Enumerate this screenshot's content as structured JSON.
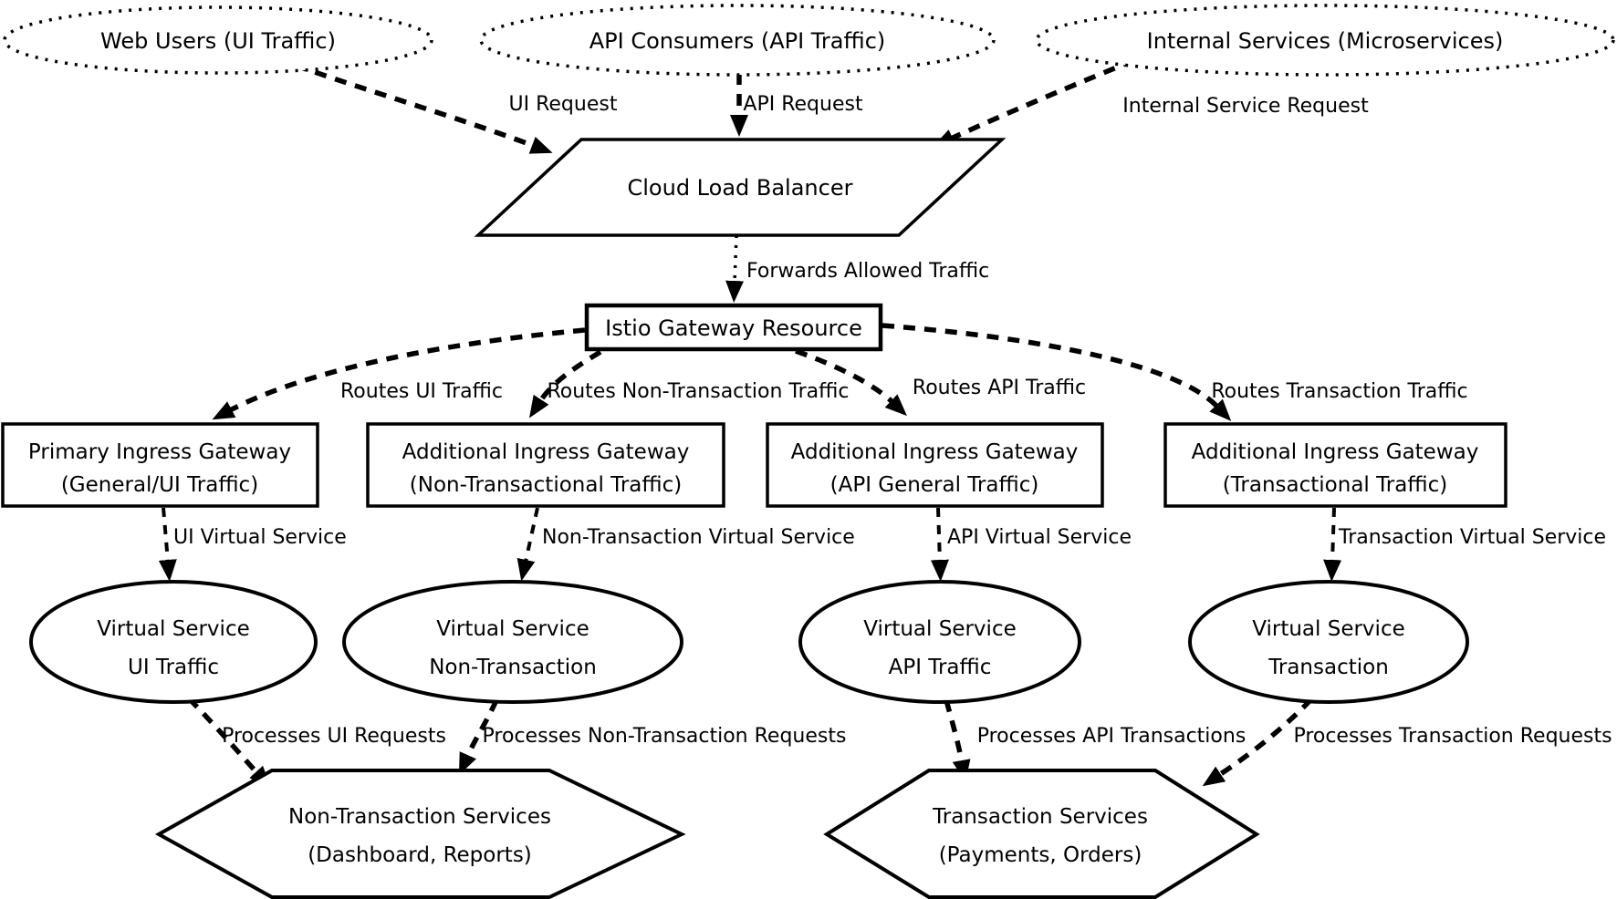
{
  "actors": [
    {
      "label": "Web Users (UI Traffic)"
    },
    {
      "label": "API Consumers (API Traffic)"
    },
    {
      "label": "Internal Services (Microservices)"
    }
  ],
  "load_balancer": {
    "label": "Cloud Load Balancer"
  },
  "istio_gateway": {
    "label": "Istio Gateway Resource"
  },
  "gateways": [
    {
      "line1": "Primary Ingress Gateway",
      "line2": "(General/UI Traffic)"
    },
    {
      "line1": "Additional Ingress Gateway",
      "line2": "(Non-Transactional Traffic)"
    },
    {
      "line1": "Additional Ingress Gateway",
      "line2": "(API General Traffic)"
    },
    {
      "line1": "Additional Ingress Gateway",
      "line2": "(Transactional Traffic)"
    }
  ],
  "virtual_services": [
    {
      "line1": "Virtual Service",
      "line2": "UI Traffic"
    },
    {
      "line1": "Virtual Service",
      "line2": "Non-Transaction"
    },
    {
      "line1": "Virtual Service",
      "line2": "API Traffic"
    },
    {
      "line1": "Virtual Service",
      "line2": "Transaction"
    }
  ],
  "services": [
    {
      "line1": "Non-Transaction Services",
      "line2": "(Dashboard, Reports)"
    },
    {
      "line1": "Transaction Services",
      "line2": "(Payments, Orders)"
    }
  ],
  "edge_labels": {
    "ui_request": "UI Request",
    "api_request": "API Request",
    "internal_service_request": "Internal Service Request",
    "forwards_allowed_traffic": "Forwards Allowed Traffic",
    "routes_ui": "Routes UI Traffic",
    "routes_non_transaction": "Routes Non-Transaction Traffic",
    "routes_api": "Routes API Traffic",
    "routes_transaction": "Routes Transaction Traffic",
    "ui_virtual_service": "UI Virtual Service",
    "non_transaction_virtual_service": "Non-Transaction Virtual Service",
    "api_virtual_service": "API Virtual Service",
    "transaction_virtual_service": "Transaction Virtual Service",
    "processes_ui": "Processes UI Requests",
    "processes_non_transaction": "Processes Non-Transaction Requests",
    "processes_api": "Processes API Transactions",
    "processes_transaction": "Processes Transaction Requests"
  },
  "colors": {
    "stroke": "#000000",
    "background": "#ffffff"
  }
}
